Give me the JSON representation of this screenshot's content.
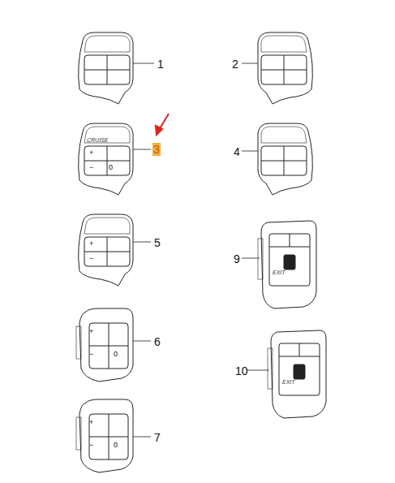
{
  "diagram": {
    "nodes": [
      {
        "text": [
          "3"
        ]
      }
    ],
    "labels": [
      "1",
      "2",
      "4",
      "5",
      "6",
      "7",
      "9",
      "10",
      "CRUISE",
      "+",
      "−",
      "0",
      "+",
      "−",
      "+",
      "−",
      "0",
      "+",
      "−",
      "0",
      "EXIT",
      "EXIT"
    ]
  }
}
